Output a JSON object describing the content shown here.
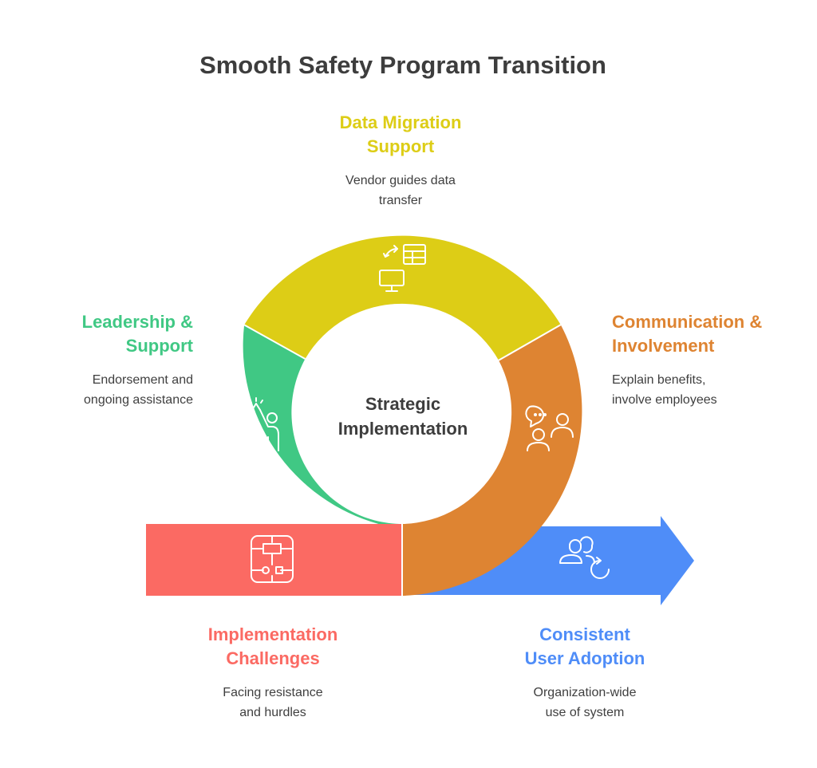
{
  "title": "Smooth Safety Program Transition",
  "center": {
    "line1": "Strategic",
    "line2": "Implementation"
  },
  "colors": {
    "yellow": "#DDCD16",
    "green": "#40C884",
    "orange": "#DE8432",
    "red": "#FB6A63",
    "blue": "#4F8DF8",
    "title": "#3d3d3d"
  },
  "stages": {
    "data_migration": {
      "heading1": "Data Migration",
      "heading2": "Support",
      "desc1": "Vendor guides data",
      "desc2": "transfer",
      "icon": "data-transfer-icon"
    },
    "leadership": {
      "heading1": "Leadership &",
      "heading2": "Support",
      "desc1": "Endorsement and",
      "desc2": "ongoing assistance",
      "icon": "high-five-icon"
    },
    "communication": {
      "heading1": "Communication &",
      "heading2": "Involvement",
      "desc1": "Explain benefits,",
      "desc2": "involve employees",
      "icon": "chat-people-icon"
    },
    "challenges": {
      "heading1": "Implementation",
      "heading2": "Challenges",
      "desc1": "Facing resistance",
      "desc2": "and hurdles",
      "icon": "circuit-chip-icon"
    },
    "adoption": {
      "heading1": "Consistent",
      "heading2": "User Adoption",
      "desc1": "Organization-wide",
      "desc2": "use of system",
      "icon": "users-refresh-icon"
    }
  }
}
